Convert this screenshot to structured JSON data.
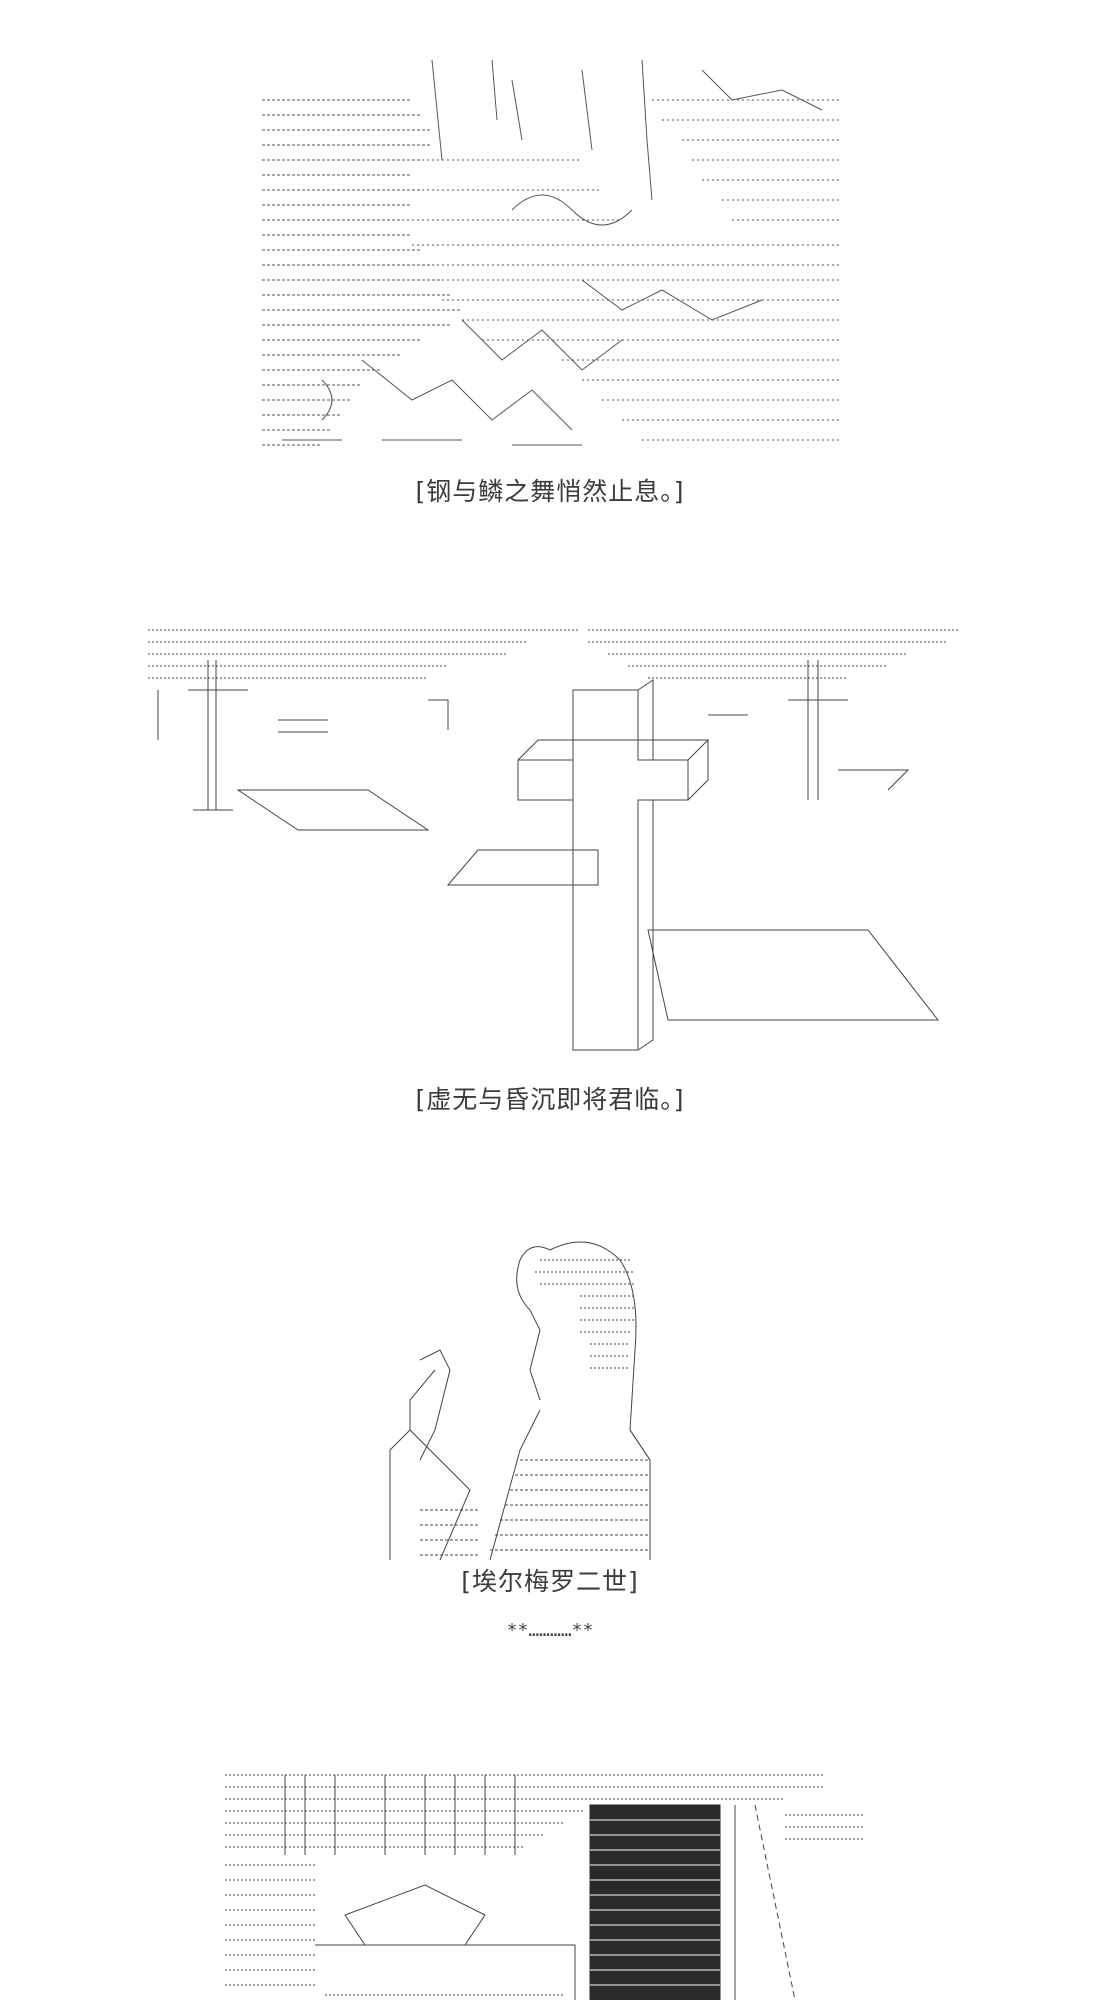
{
  "captions": {
    "scene1": "[钢与鳞之舞悄然止息。]",
    "scene2": "[虚无与昏沉即将君临。]",
    "scene3": "[埃尔梅罗二世]"
  },
  "divider": "**…………**",
  "art": {
    "scene1": "ascii-art-ruined-landscape",
    "scene2": "ascii-art-cemetery-crosses",
    "scene3": "ascii-art-seated-figure-portrait",
    "scene4": "ascii-art-building-interior"
  },
  "colors": {
    "background": "#ffffff",
    "ink": "#333333"
  }
}
